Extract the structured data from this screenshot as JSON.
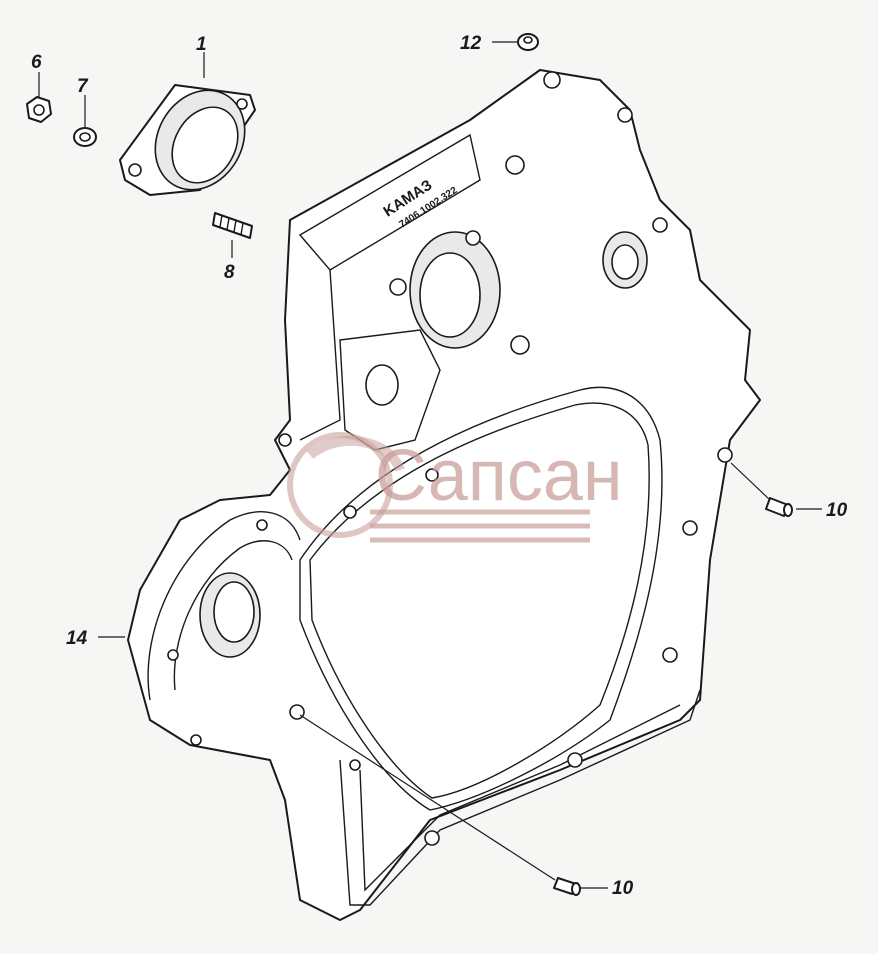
{
  "callouts": {
    "c1": "1",
    "c6": "6",
    "c7": "7",
    "c8": "8",
    "c10a": "10",
    "c10b": "10",
    "c12": "12",
    "c14": "14"
  },
  "housing_stamp": {
    "brand": "KAMAЗ",
    "part_number": "7406.1002.322"
  },
  "watermark": {
    "text": "Сапсан",
    "color": "#c9a09a"
  }
}
